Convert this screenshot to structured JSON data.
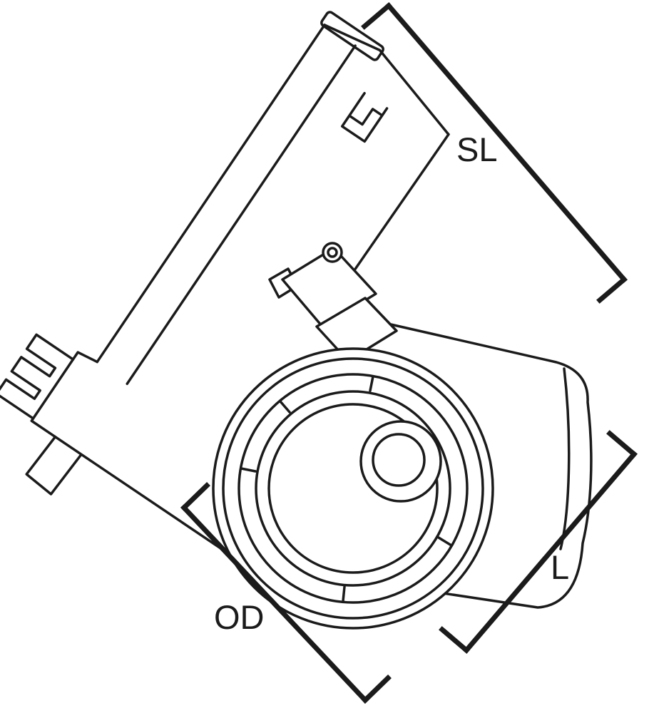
{
  "figure": {
    "type": "technical-line-drawing",
    "subject": "LED track spotlight dimension diagram",
    "background_color": "#ffffff",
    "line_color": "#1b1b1b",
    "dimensions": {
      "sl": {
        "label": "SL"
      },
      "l": {
        "label": "L"
      },
      "od": {
        "label": "OD"
      }
    }
  }
}
